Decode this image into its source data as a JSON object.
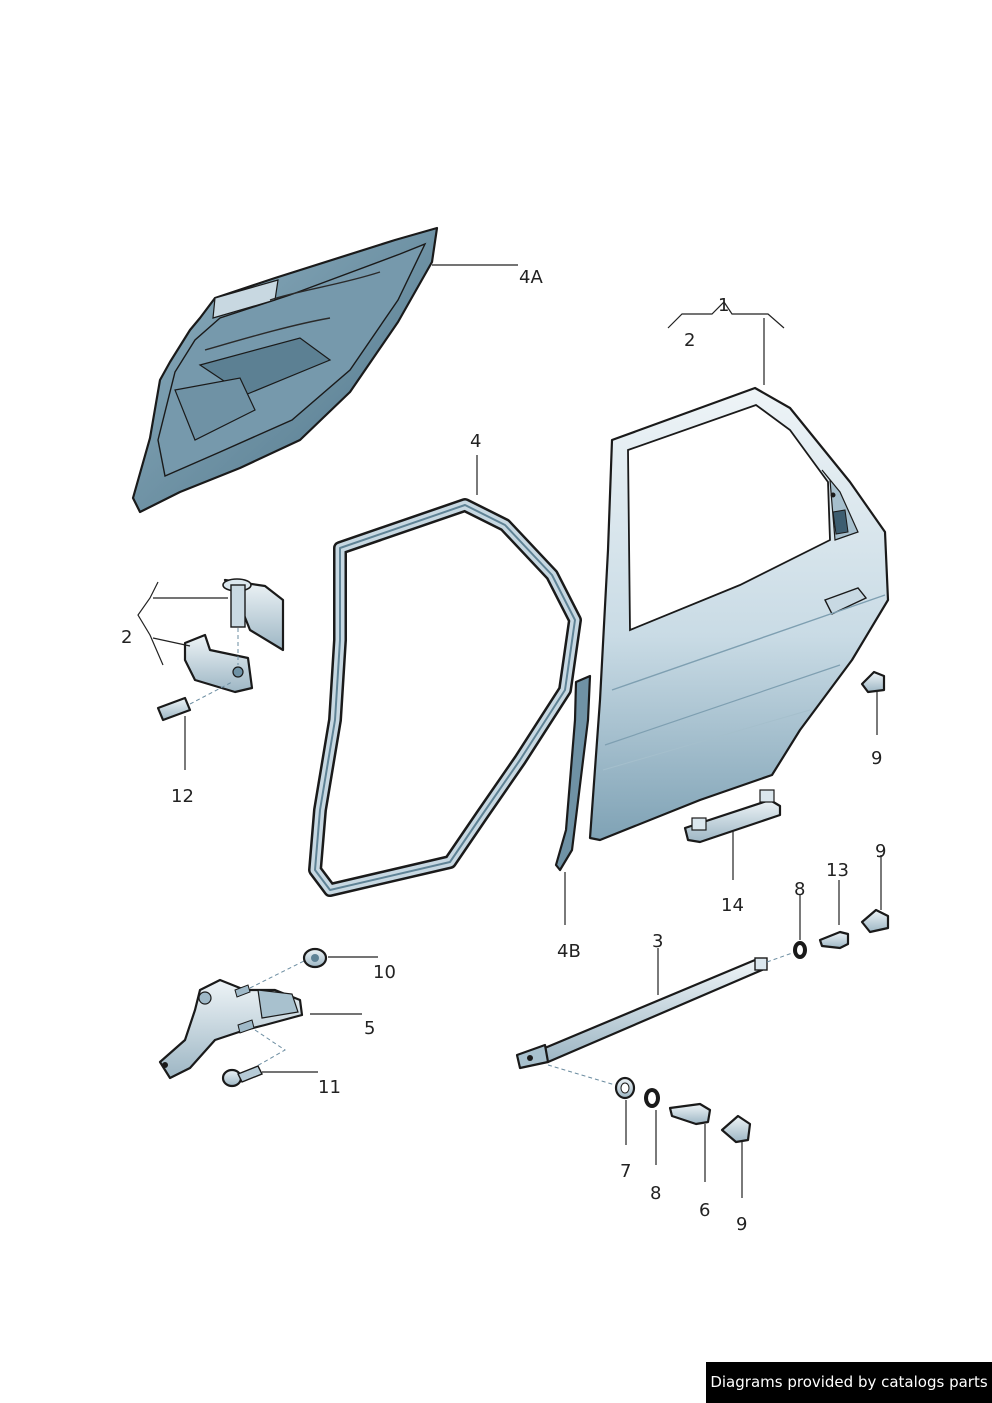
{
  "callouts": {
    "c1": "1",
    "c2_door": "2",
    "c2_hinge": "2",
    "c3": "3",
    "c4": "4",
    "c4a": "4A",
    "c4b": "4B",
    "c5": "5",
    "c6": "6",
    "c7": "7",
    "c8_upper": "8",
    "c8_lower": "8",
    "c9_upper": "9",
    "c9_mid": "9",
    "c9_lower": "9",
    "c10": "10",
    "c11": "11",
    "c12": "12",
    "c13": "13",
    "c14": "14"
  },
  "credit": "Diagrams provided by catalogs parts",
  "colors": {
    "part_fill_light": "#dbe7ee",
    "part_fill_mid": "#9fb9c8",
    "part_fill_dark": "#5f8396",
    "outline": "#1a1a1a"
  }
}
